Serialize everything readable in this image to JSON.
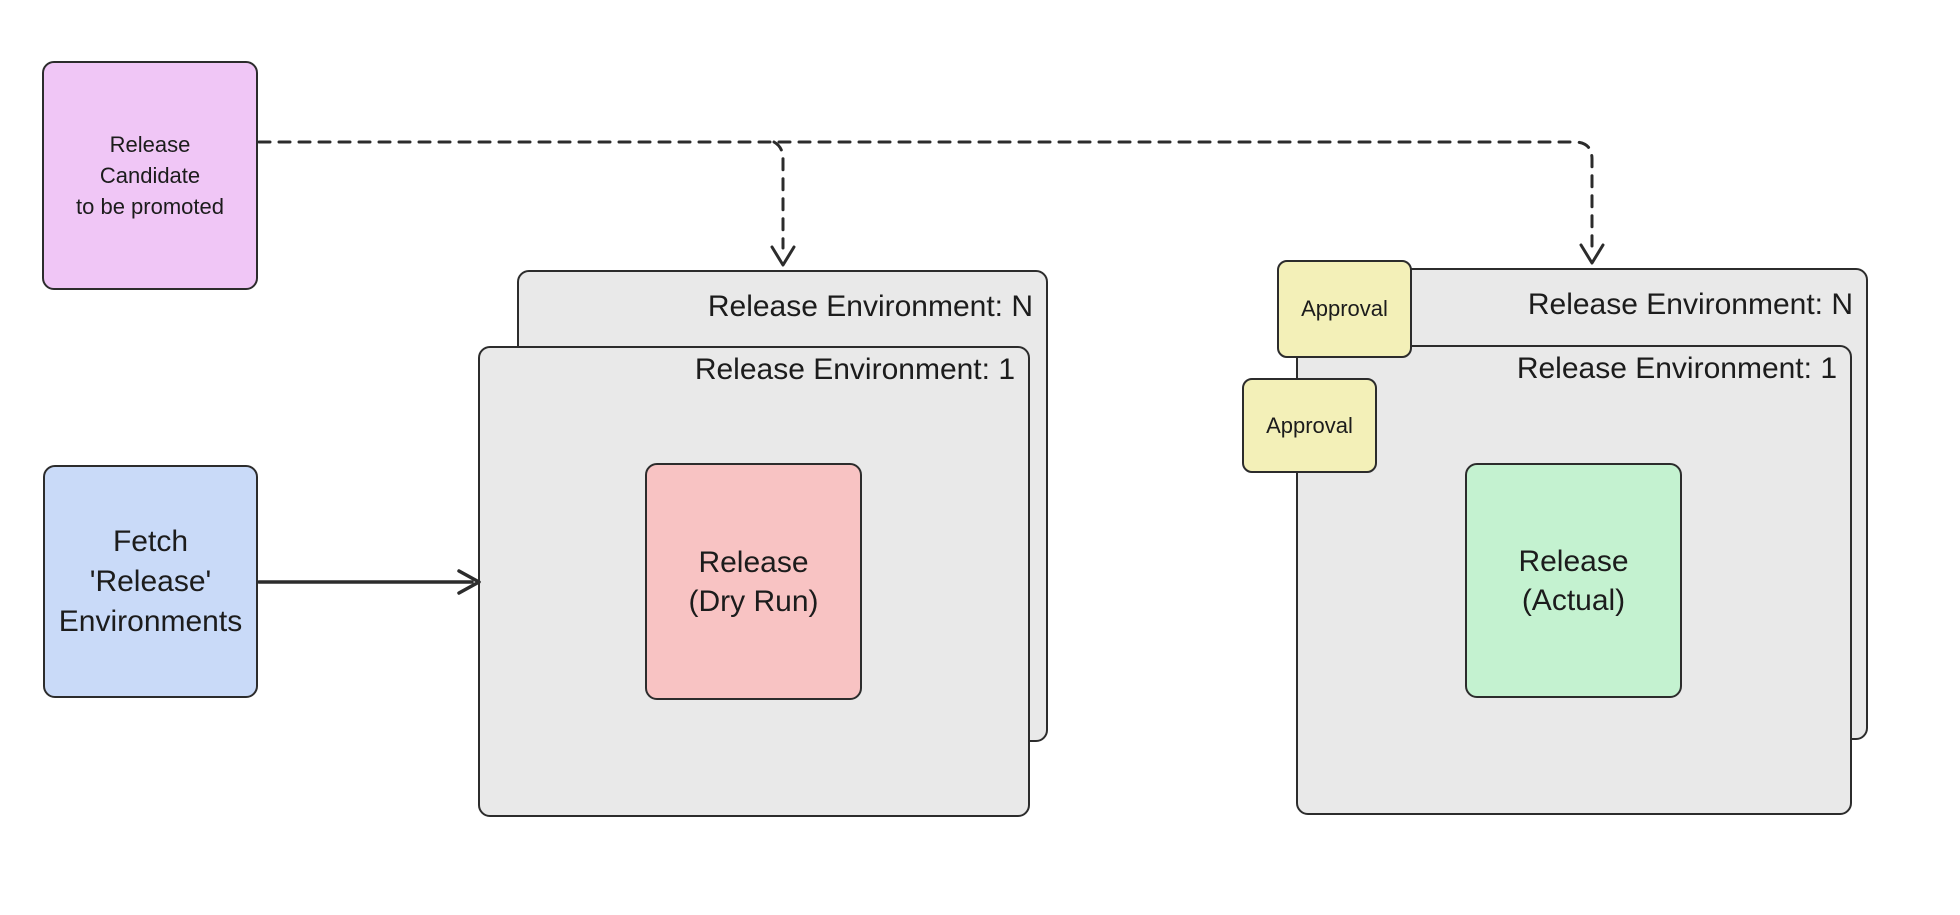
{
  "diagram": {
    "background": "#ffffff",
    "stroke_color": "#2c2c2c",
    "text_color": "#1c1c1c",
    "release_candidate": {
      "line1": "Release",
      "line2": "Candidate",
      "line3": "to be promoted",
      "fill": "#f0c6f6"
    },
    "fetch_environments": {
      "line1": "Fetch",
      "line2": "'Release'",
      "line3": "Environments",
      "fill": "#c9daf8"
    },
    "dry_run_stack": {
      "back_label": "Release Environment: N",
      "front_label": "Release Environment: 1",
      "env_fill": "#e9e9e9",
      "release_box": {
        "line1": "Release",
        "line2": "(Dry Run)",
        "fill": "#f8c3c3"
      }
    },
    "actual_stack": {
      "back_label": "Release Environment: N",
      "front_label": "Release Environment: 1",
      "env_fill": "#e9e9e9",
      "release_box": {
        "line1": "Release",
        "line2": "(Actual)",
        "fill": "#c4f2d0"
      },
      "approval_top": {
        "label": "Approval",
        "fill": "#f3f0b8"
      },
      "approval_bottom": {
        "label": "Approval",
        "fill": "#f3f0b8"
      }
    }
  }
}
